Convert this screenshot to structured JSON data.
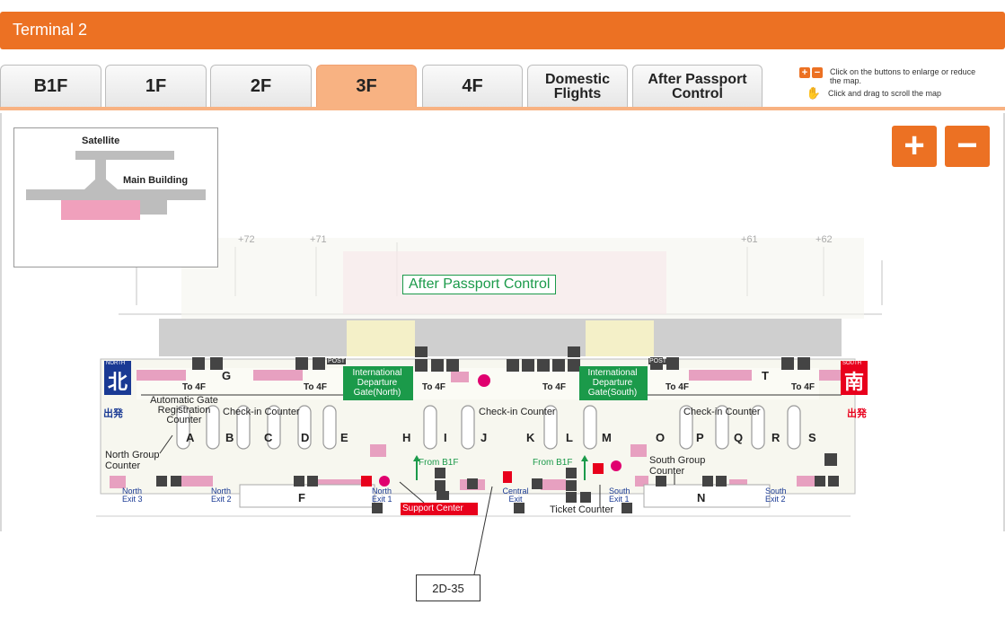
{
  "header": {
    "title": "Terminal 2"
  },
  "tabs": [
    {
      "label": "B1F",
      "active": false
    },
    {
      "label": "1F",
      "active": false
    },
    {
      "label": "2F",
      "active": false
    },
    {
      "label": "3F",
      "active": true
    },
    {
      "label": "4F",
      "active": false
    },
    {
      "label": "Domestic Flights",
      "active": false
    },
    {
      "label": "After Passport Control",
      "active": false
    }
  ],
  "hint": {
    "zoom_text": "Click on the buttons to enlarge or reduce the map.",
    "drag_text": "Click and drag to scroll the map"
  },
  "zoom": {
    "plus": "+",
    "minus": "−"
  },
  "minimap": {
    "satellite": "Satellite",
    "main_building": "Main Building"
  },
  "map": {
    "after_passport": "After Passport Control",
    "gates_top": [
      "72",
      "71",
      "61",
      "62"
    ],
    "north_sign": "北",
    "north_small": "NORTH",
    "south_sign": "南",
    "south_small": "SOUTH",
    "departure_north": "International Departure Gate(North)",
    "departure_south": "International Departure Gate(South)",
    "to4f": "To 4F",
    "post": "POST",
    "auto_gate": "Automatic Gate Registration Counter",
    "checkin": "Check-in Counter",
    "counters": [
      "A",
      "B",
      "C",
      "D",
      "E",
      "G",
      "H",
      "I",
      "J",
      "K",
      "L",
      "M",
      "O",
      "P",
      "Q",
      "R",
      "S",
      "T",
      "F",
      "N"
    ],
    "north_group": "North Group Counter",
    "south_group": "South Group Counter",
    "from_b1f": "From B1F",
    "north_exit3": "North Exit 3",
    "north_exit2": "North Exit 2",
    "north_exit1": "North Exit 1",
    "central_exit": "Central Exit",
    "south_exit1": "South Exit 1",
    "south_exit2": "South Exit 2",
    "support_center": "Support Center",
    "ticket_counter": "Ticket Counter",
    "departures_sign": "出発"
  },
  "callout": {
    "label": "2D-35"
  },
  "colors": {
    "accent": "#ec7123",
    "green": "#1b9a4a",
    "pink": "#e7a0c0",
    "marker": "#e8001c"
  }
}
